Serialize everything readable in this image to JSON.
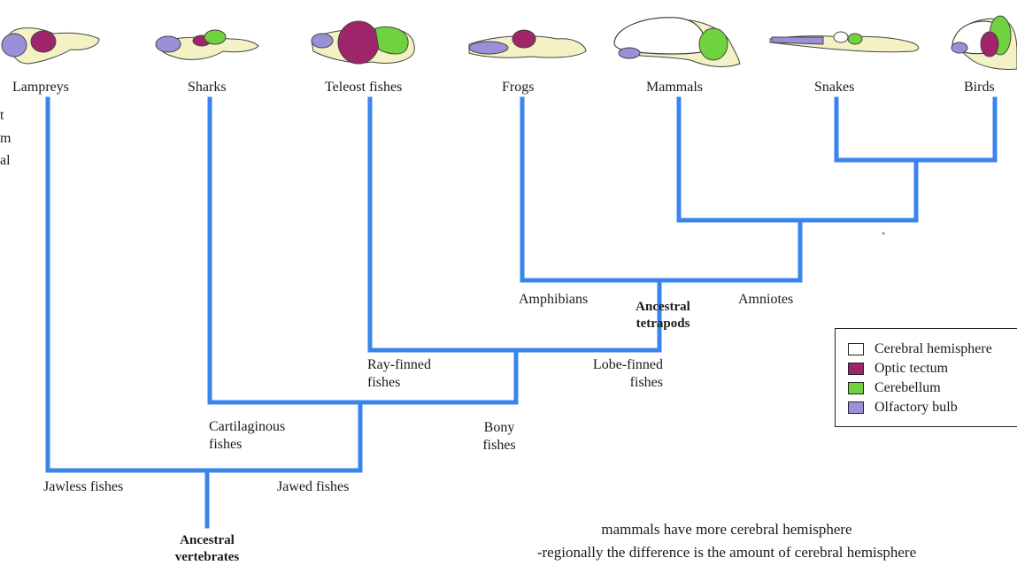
{
  "taxa": [
    "Lampreys",
    "Sharks",
    "Teleost fishes",
    "Frogs",
    "Mammals",
    "Snakes",
    "Birds"
  ],
  "clades": {
    "jawless": "Jawless fishes",
    "jawed": "Jawed fishes",
    "ancestral_vertebrates": "Ancestral\nvertebrates",
    "cartilaginous": "Cartilaginous\nfishes",
    "bony": "Bony\nfishes",
    "ray_finned": "Ray-finned\nfishes",
    "lobe_finned": "Lobe-finned\nfishes",
    "amphibians": "Amphibians",
    "ancestral_tetrapods": "Ancestral\ntetrapods",
    "amniotes": "Amniotes"
  },
  "left_fragment": [
    "t",
    "m",
    "al"
  ],
  "legend": [
    {
      "label": "Cerebral hemisphere",
      "color": "#ffffff"
    },
    {
      "label": "Optic tectum",
      "color": "#a0246a"
    },
    {
      "label": "Cerebellum",
      "color": "#6fd23e"
    },
    {
      "label": "Olfactory bulb",
      "color": "#9a90d8"
    }
  ],
  "notes": [
    "mammals have more cerebral hemisphere",
    "-regionally the difference is the amount of cerebral hemisphere"
  ],
  "colors": {
    "tree_line": "#3a84ee",
    "brain_base": "#f4f2c4",
    "cerebral": "#ffffff",
    "optic_tectum": "#a0246a",
    "cerebellum": "#6fd23e",
    "olfactory": "#9a90d8"
  }
}
